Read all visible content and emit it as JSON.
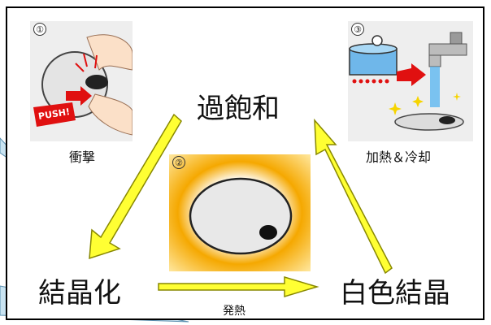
{
  "panels": {
    "impact": {
      "number": "①",
      "label": "衝撃",
      "push": "PUSH!"
    },
    "heat": {
      "number": "②"
    },
    "heating_cooling": {
      "number": "③",
      "label": "加熱＆冷却"
    }
  },
  "nodes": {
    "supersaturation": "過飽和",
    "crystallization": "結晶化",
    "white_crystal": "白色結晶"
  },
  "edge_labels": {
    "exotherm": "発熱"
  },
  "colors": {
    "arrow_fill": "#ffff33",
    "arrow_stroke": "#888800",
    "heat_glow": "#f5a800",
    "callout": "#c9e4f2"
  }
}
